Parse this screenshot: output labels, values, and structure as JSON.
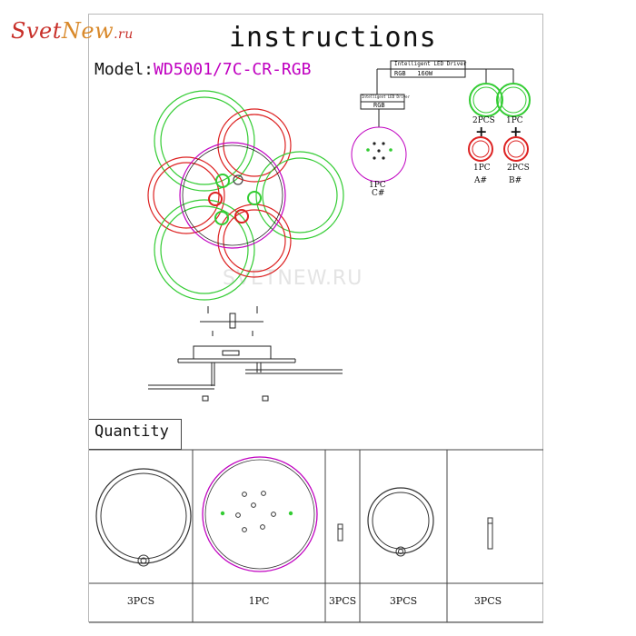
{
  "logo": {
    "part1": "Svet",
    "part2": "New",
    "part3": ".ru"
  },
  "title": "instructions",
  "model": {
    "label": "Model:",
    "value": "WD5001/7C-CR-RGB"
  },
  "watermark": "SVETNEW.RU",
  "wiring": {
    "main_driver_label": "Intelligent LED Driver",
    "main_driver_spec": "RGB   160W",
    "sub_driver_label": "Intelligent LED Driver",
    "sub_driver_spec": "RGB",
    "disk_qty": "1PC",
    "disk_code": "C#",
    "group_a_top_qty": "2PCS",
    "group_a_bottom_qty": "1PC",
    "group_a_code": "A#",
    "group_b_top_qty": "1PC",
    "group_b_bottom_qty": "2PCS",
    "group_b_code": "B#",
    "plus": "+"
  },
  "quantity": {
    "heading": "Quantity",
    "items": [
      {
        "qty": "3PCS"
      },
      {
        "qty": "1PC"
      },
      {
        "qty": "3PCS"
      },
      {
        "qty": "3PCS"
      },
      {
        "qty": "3PCS"
      }
    ]
  },
  "colors": {
    "green": "#33cc33",
    "red": "#dd2222",
    "magenta": "#c000c0",
    "logo_red": "#c8302a",
    "logo_orange": "#d9892b"
  }
}
